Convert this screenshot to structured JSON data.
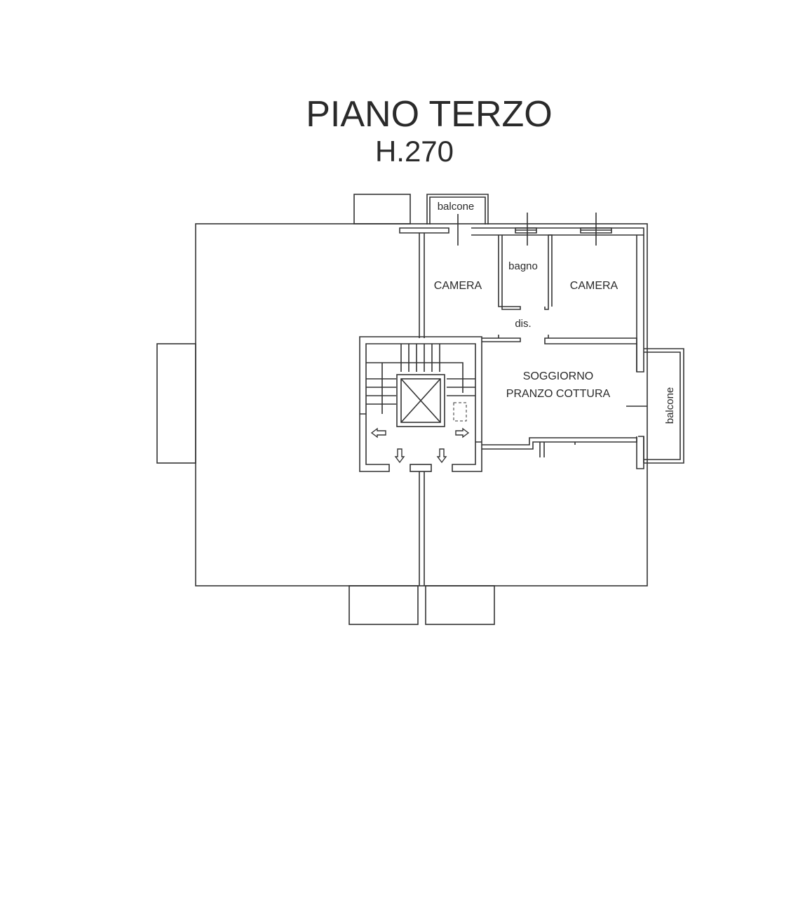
{
  "title": "PIANO TERZO",
  "subtitle": "H.270",
  "rooms": {
    "balcone_top": "balcone",
    "camera_left": "CAMERA",
    "bagno": "bagno",
    "camera_right": "CAMERA",
    "dis": "dis.",
    "soggiorno_line1": "SOGGIORNO",
    "soggiorno_line2": "PRANZO COTTURA",
    "balcone_right": "balcone"
  },
  "colors": {
    "line": "#333333",
    "background": "#ffffff"
  }
}
